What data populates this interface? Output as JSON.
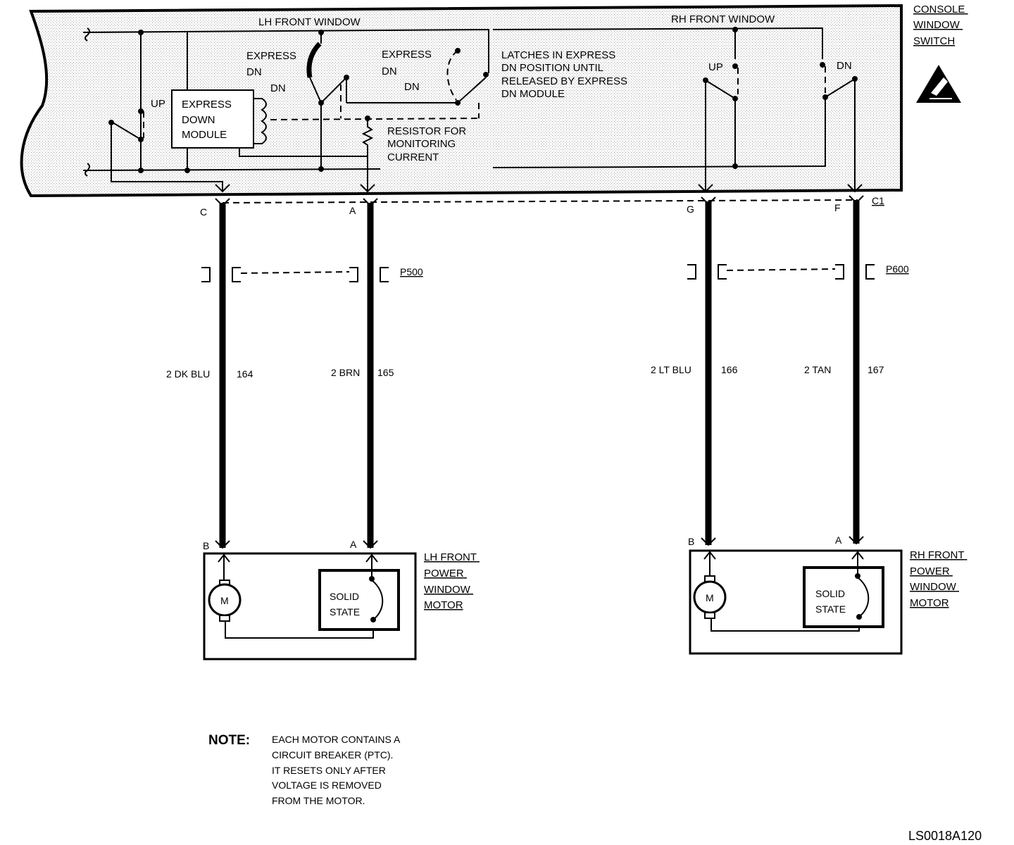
{
  "switch_assembly": {
    "title_lines": [
      "CONSOLE",
      "WINDOW",
      "SWITCH"
    ],
    "lh_front_window": "LH FRONT WINDOW",
    "rh_front_window": "RH FRONT WINDOW",
    "up": "UP",
    "dn": "DN",
    "express_down_module_lines": [
      "EXPRESS",
      "DOWN",
      "MODULE"
    ],
    "express_dn_lines": [
      "EXPRESS",
      "DN"
    ],
    "latch_note_lines": [
      "LATCHES IN EXPRESS",
      "DN POSITION UNTIL",
      "RELEASED BY EXPRESS",
      "DN MODULE"
    ],
    "resistor_lines": [
      "RESISTOR FOR",
      "MONITORING",
      "CURRENT"
    ],
    "esd_icon": "esd-warning-icon"
  },
  "connectors": {
    "c1": "C1",
    "pins": {
      "c": "C",
      "a": "A",
      "g": "G",
      "f": "F"
    },
    "p500": "P500",
    "p600": "P600"
  },
  "wires": [
    {
      "color": "2 DK BLU",
      "circuit": "164"
    },
    {
      "color": "2 BRN",
      "circuit": "165"
    },
    {
      "color": "2 LT BLU",
      "circuit": "166"
    },
    {
      "color": "2 TAN",
      "circuit": "167"
    }
  ],
  "lh_motor": {
    "title_lines": [
      "LH FRONT",
      "POWER",
      "WINDOW",
      "MOTOR"
    ],
    "pin_b": "B",
    "pin_a": "A",
    "motor_symbol": "M",
    "solid_state_lines": [
      "SOLID",
      "STATE"
    ]
  },
  "rh_motor": {
    "title_lines": [
      "RH FRONT",
      "POWER",
      "WINDOW",
      "MOTOR"
    ],
    "pin_b": "B",
    "pin_a": "A",
    "motor_symbol": "M",
    "solid_state_lines": [
      "SOLID",
      "STATE"
    ]
  },
  "note": {
    "heading": "NOTE:",
    "lines": [
      "EACH MOTOR CONTAINS A",
      "CIRCUIT BREAKER (PTC).",
      "IT RESETS ONLY AFTER",
      "VOLTAGE IS REMOVED",
      "FROM THE MOTOR."
    ]
  },
  "figure_id": "LS0018A120"
}
